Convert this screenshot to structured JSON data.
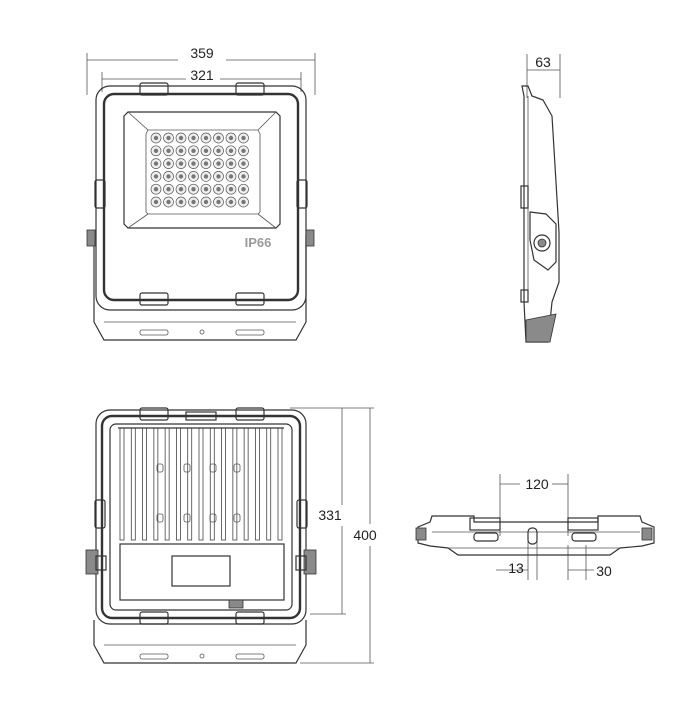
{
  "front_view": {
    "dim_outer_width": "359",
    "dim_inner_width": "321",
    "rating_label": "IP66",
    "led_rows": 6,
    "led_cols": 8
  },
  "side_view": {
    "dim_depth": "63"
  },
  "rear_view": {
    "dim_inner_height": "331",
    "dim_outer_height": "400",
    "fin_count": 15
  },
  "bottom_view": {
    "dim_spacing": "120",
    "dim_hole": "13",
    "dim_slot": "30"
  }
}
